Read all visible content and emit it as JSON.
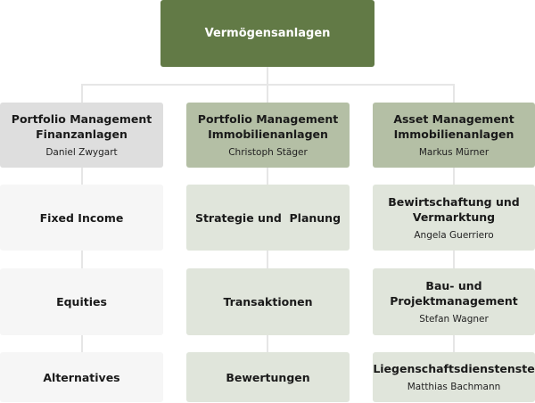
{
  "root": {
    "title": "Vermögensanlagen"
  },
  "columns": [
    {
      "title": "Portfolio Management Finanzanlagen",
      "person": "Daniel Zwygart",
      "children": [
        {
          "title": "Fixed Income"
        },
        {
          "title": "Equities"
        },
        {
          "title": "Alternatives"
        }
      ]
    },
    {
      "title": "Portfolio Management Immobilienanlagen",
      "person": "Christoph Stäger",
      "children": [
        {
          "title": "Strategie und  Planung"
        },
        {
          "title": "Transaktionen"
        },
        {
          "title": "Bewertungen"
        }
      ]
    },
    {
      "title": "Asset Management Immobilienanlagen",
      "person": "Markus Mürner",
      "children": [
        {
          "title": "Bewirtschaftung  und Vermarktung",
          "person": "Angela Guerriero"
        },
        {
          "title": "Bau- und Projektmanagement",
          "person": "Stefan Wagner"
        },
        {
          "title": "Liegenschaftsdienstenste",
          "person": "Matthias Bachmann"
        }
      ]
    }
  ],
  "colors": {
    "root": "#627a46",
    "head_grey": "#dedede",
    "head_green": "#b4bfa5",
    "child_grey": "#f6f6f6",
    "child_green": "#e0e5db",
    "connector": "#e6e6e6"
  }
}
